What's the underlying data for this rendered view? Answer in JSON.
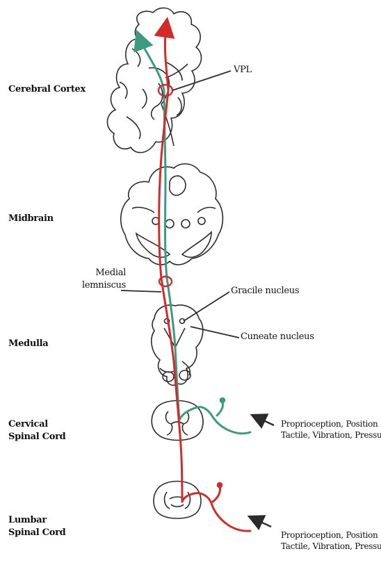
{
  "levels": {
    "cerebral_cortex": "Cerebral Cortex",
    "midbrain": "Midbrain",
    "medulla": "Medulla",
    "cervical_line1": "Cervical",
    "cervical_line2": "Spinal Cord",
    "lumbar_line1": "Lumbar",
    "lumbar_line2": "Spinal Cord"
  },
  "structures": {
    "vpl": "VPL",
    "medial_lemniscus_line1": "Medial",
    "medial_lemniscus_line2": "lemniscus",
    "gracile_nucleus": "Gracile nucleus",
    "cuneate_nucleus": "Cuneate nucleus"
  },
  "inputs": {
    "cervical_line1": "Proprioception, Position",
    "cervical_line2": "Tactile, Vibration, Pressure",
    "lumbar_line1": "Proprioception, Position",
    "lumbar_line2": "Tactile, Vibration, Pressure"
  },
  "colors": {
    "outline": "#2b2b2b",
    "upper_body_pathway": "#3a9b7f",
    "lower_body_pathway": "#d32a2a"
  }
}
